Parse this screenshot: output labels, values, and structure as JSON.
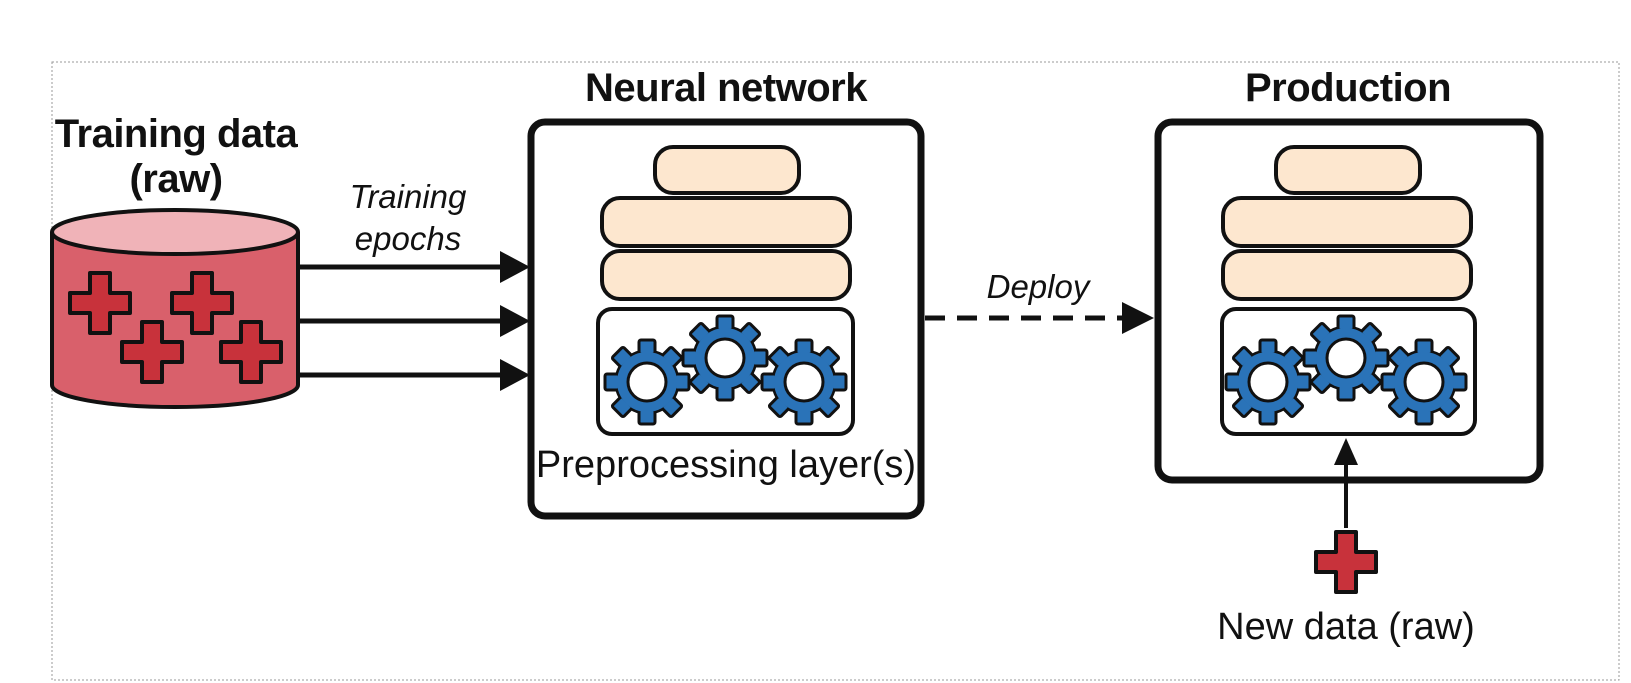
{
  "diagram": {
    "training_data_title_line1": "Training data",
    "training_data_title_line2": "(raw)",
    "training_epochs_line1": "Training",
    "training_epochs_line2": "epochs",
    "neural_network_title": "Neural network",
    "preprocessing_label": "Preprocessing layer(s)",
    "deploy_label": "Deploy",
    "production_title": "Production",
    "new_data_label": "New data (raw)"
  },
  "colors": {
    "cylinder_fill": "#d9606b",
    "cylinder_top": "#f0b3b8",
    "plus_fill": "#c8323b",
    "layer_fill": "#fde7cf",
    "gear_fill": "#2a73b8",
    "stroke": "#111111"
  },
  "icons": {
    "database": "database-icon",
    "plus": "plus-icon",
    "gear": "gear-icon"
  }
}
